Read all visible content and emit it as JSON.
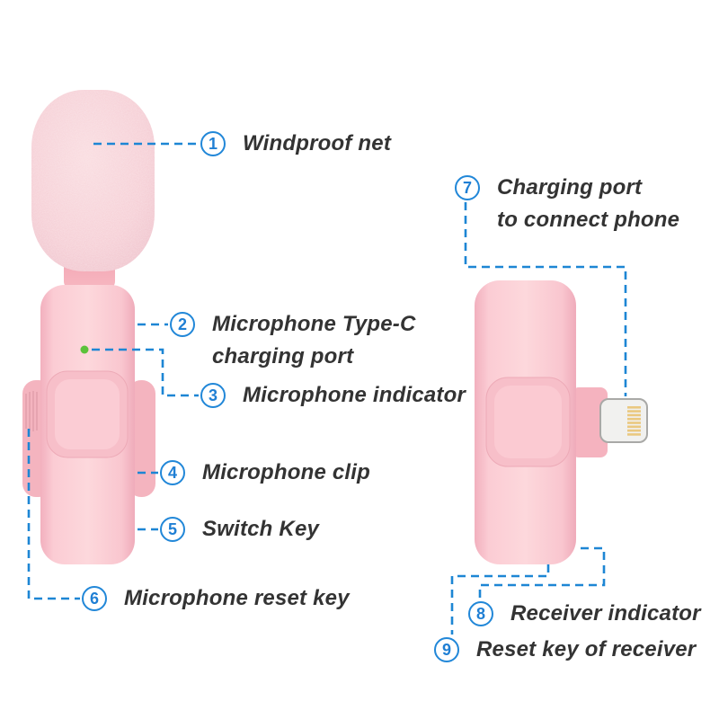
{
  "figure": {
    "kind": "wireless-lavalier-microphone-annotation-diagram",
    "background": "#ffffff"
  },
  "illustrations": {
    "left_device": "lavalier-microphone",
    "right_device": "lightning-receiver"
  },
  "callouts": [
    {
      "number": "1",
      "label": "Windproof net"
    },
    {
      "number": "2",
      "label": "Microphone Type-C\ncharging port"
    },
    {
      "number": "3",
      "label": "Microphone indicator"
    },
    {
      "number": "4",
      "label": "Microphone clip"
    },
    {
      "number": "5",
      "label": "Switch Key"
    },
    {
      "number": "6",
      "label": "Microphone reset key"
    },
    {
      "number": "7",
      "label": "Charging port\nto connect phone"
    },
    {
      "number": "8",
      "label": "Receiver indicator"
    },
    {
      "number": "9",
      "label": "Reset key of receiver"
    }
  ],
  "colors": {
    "accent_blue": "#1e86d2",
    "label_text": "#333333",
    "device_pink": "#f9c6ce",
    "device_pink_dark": "#f3b0bd",
    "indicator_green": "#5cc23a",
    "connector_body": "#f1f1ef",
    "connector_pins_gold": "#eac87f"
  }
}
